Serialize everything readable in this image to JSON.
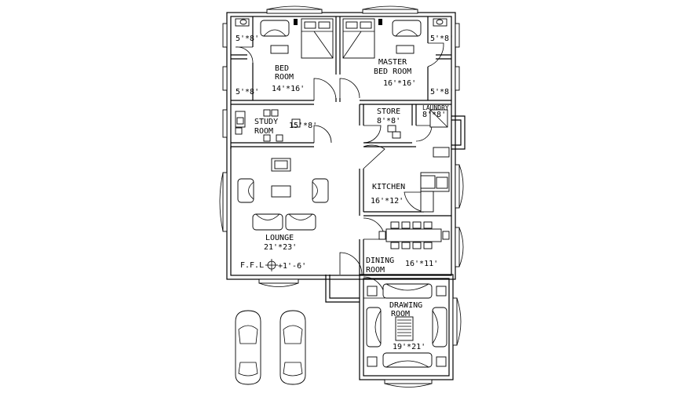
{
  "rooms": {
    "bedroom": {
      "name_line1": "BED",
      "name_line2": "ROOM",
      "size": "14'*16'"
    },
    "master": {
      "name_line1": "MASTER",
      "name_line2": "BED ROOM",
      "size": "16'*16'"
    },
    "study": {
      "name_line1": "STUDY",
      "name_line2": "ROOM",
      "size": "15'*8'"
    },
    "store": {
      "name": "STORE",
      "size": "8'*8'"
    },
    "laundry": {
      "name": "LAUNDRY",
      "size": "8'*8'"
    },
    "kitchen": {
      "name": "KITCHEN",
      "size": "16'*12'"
    },
    "lounge": {
      "name": "LOUNGE",
      "size": "21'*23'"
    },
    "dining": {
      "name_line1": "DINING",
      "name_line2": "ROOM",
      "size": "16'*11'"
    },
    "drawing": {
      "name_line1": "DRAWING",
      "name_line2": "ROOM",
      "size": "19'*21'"
    }
  },
  "bath_labels": {
    "left_top": "5'*8'",
    "left_mid": "5'*8'",
    "right_top": "5'*8'",
    "right_mid": "5'*8'"
  },
  "level": {
    "label": "F.F.L",
    "value": "+1'-6'"
  }
}
